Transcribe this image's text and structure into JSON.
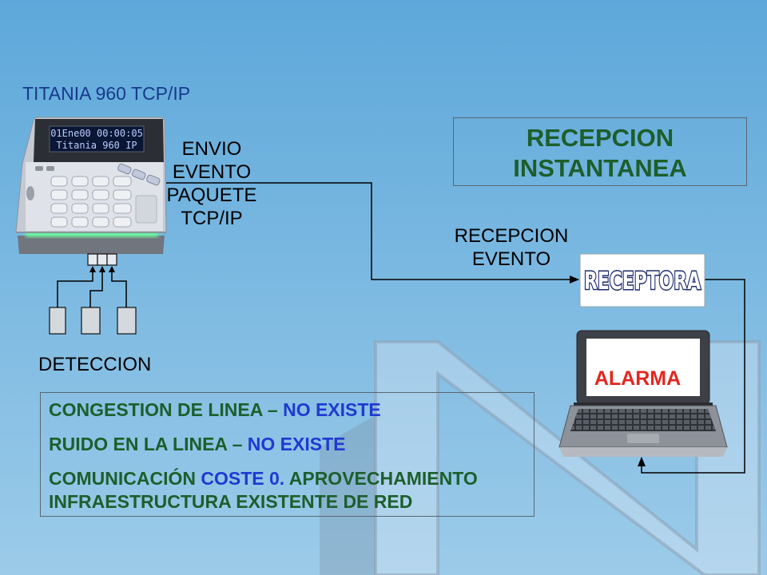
{
  "device": {
    "title": "TITANIA 960 TCP/IP",
    "lcd_line1": "01Ene00 00:00:05",
    "lcd_line2": "Titania 960 IP"
  },
  "send_label": [
    "ENVIO",
    "EVENTO",
    "PAQUETE",
    "TCP/IP"
  ],
  "receive_label": [
    "RECEPCION",
    "EVENTO"
  ],
  "detection_label": "DETECCION",
  "headline": {
    "line1": "RECEPCION",
    "line2": "INSTANTANEA"
  },
  "receiver": {
    "label": "RECEPTORA"
  },
  "laptop": {
    "screen_label": "ALARMA"
  },
  "notes": [
    [
      {
        "text": "CONGESTION DE LINEA – ",
        "color": "#1d5e2b"
      },
      {
        "text": "NO EXISTE",
        "color": "#1f3ad0"
      }
    ],
    [
      {
        "text": "RUIDO EN LA LINEA – ",
        "color": "#1d5e2b"
      },
      {
        "text": "NO EXISTE",
        "color": "#1f3ad0"
      }
    ],
    [
      {
        "text": "COMUNICACIÓN ",
        "color": "#1d5e2b"
      },
      {
        "text": "COSTE 0.",
        "color": "#1f3ad0"
      },
      {
        "text": " APROVECHAMIENTO INFRAESTRUCTURA EXISTENTE DE RED",
        "color": "#1d5e2b"
      }
    ]
  ],
  "colors": {
    "device_title": "#173a8c",
    "headline": "#1d5e2b",
    "alarm": "#e3261f",
    "receiver_outline": "#1c2b6b",
    "lcd_text": "#b9ccff",
    "background_top": "#5da8da",
    "background_bottom": "#9ccbe9"
  }
}
